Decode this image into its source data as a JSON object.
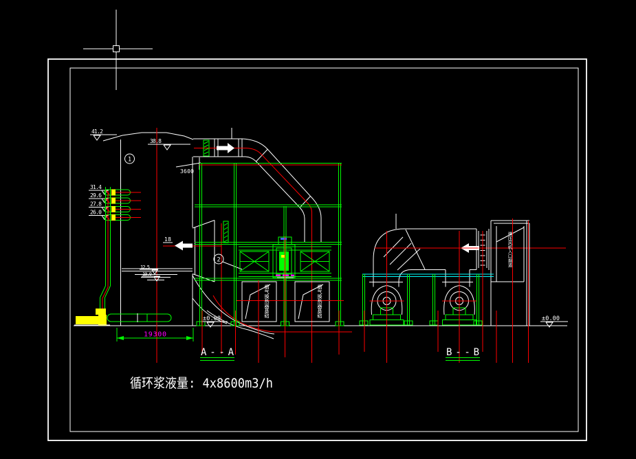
{
  "drawing": {
    "title_note": "循环浆液量: 4x8600m3/h",
    "section_labels": {
      "a": "A--A",
      "b": "B--B"
    },
    "dimensions": {
      "tower_width": "19300",
      "outlet_duct": "3600",
      "inlet_elevation": "18"
    },
    "elevations": {
      "dome": "41.2",
      "outlet": "38.8",
      "spray": [
        "31.4",
        "29.6",
        "27.8",
        "26.0"
      ],
      "liquid_high": "12.5",
      "liquid_low": "10.0",
      "ground_a": "±0.00",
      "ground_b": "±0.00"
    },
    "bubbles": {
      "one": "1",
      "two": "2"
    },
    "annotations": {
      "pedestal_left": "烟气换热器基础",
      "pedestal_right": "烟气换热器基础",
      "right_duct": "增压风机入口烟道"
    },
    "colors": {
      "background": "#000000",
      "line": "#ffffff",
      "structure": "#00ff00",
      "centerline": "#ff0000",
      "rail": "#00ffff",
      "equipment": "#ffff00",
      "dimension_text": "#ff00ff"
    }
  }
}
